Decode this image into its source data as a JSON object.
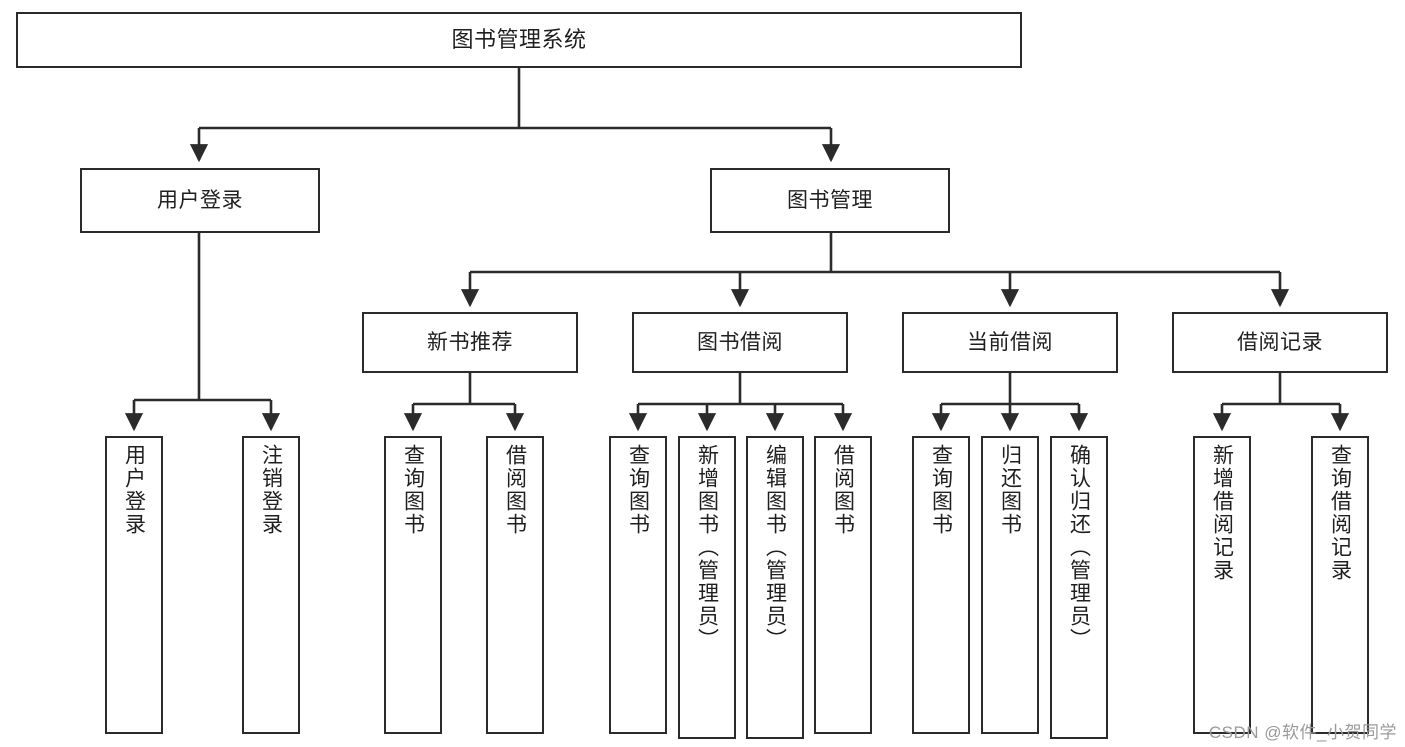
{
  "diagram": {
    "title": "图书管理系统",
    "watermark": "CSDN @软件_小贺同学",
    "line_color": "#2b2b2b",
    "box_fill": "#ffffff",
    "text_color": "#1f1f1f",
    "nodes": {
      "root": "图书管理系统",
      "level1": {
        "user_login": "用户登录",
        "book_manage": "图书管理"
      },
      "level2": {
        "new_book_rec": "新书推荐",
        "book_borrow": "图书借阅",
        "current_borrow": "当前借阅",
        "borrow_record": "借阅记录"
      },
      "leaves": {
        "user_login_1": "用户登录",
        "user_login_2": "注销登录",
        "new_book_rec_1": "查询图书",
        "new_book_rec_2": "借阅图书",
        "book_borrow_1": "查询图书",
        "book_borrow_2": "新增图书（管理员）",
        "book_borrow_3": "编辑图书（管理员）",
        "book_borrow_4": "借阅图书",
        "current_borrow_1": "查询图书",
        "current_borrow_2": "归还图书",
        "current_borrow_3": "确认归还（管理员）",
        "borrow_record_1": "新增借阅记录",
        "borrow_record_2": "查询借阅记录"
      }
    }
  }
}
